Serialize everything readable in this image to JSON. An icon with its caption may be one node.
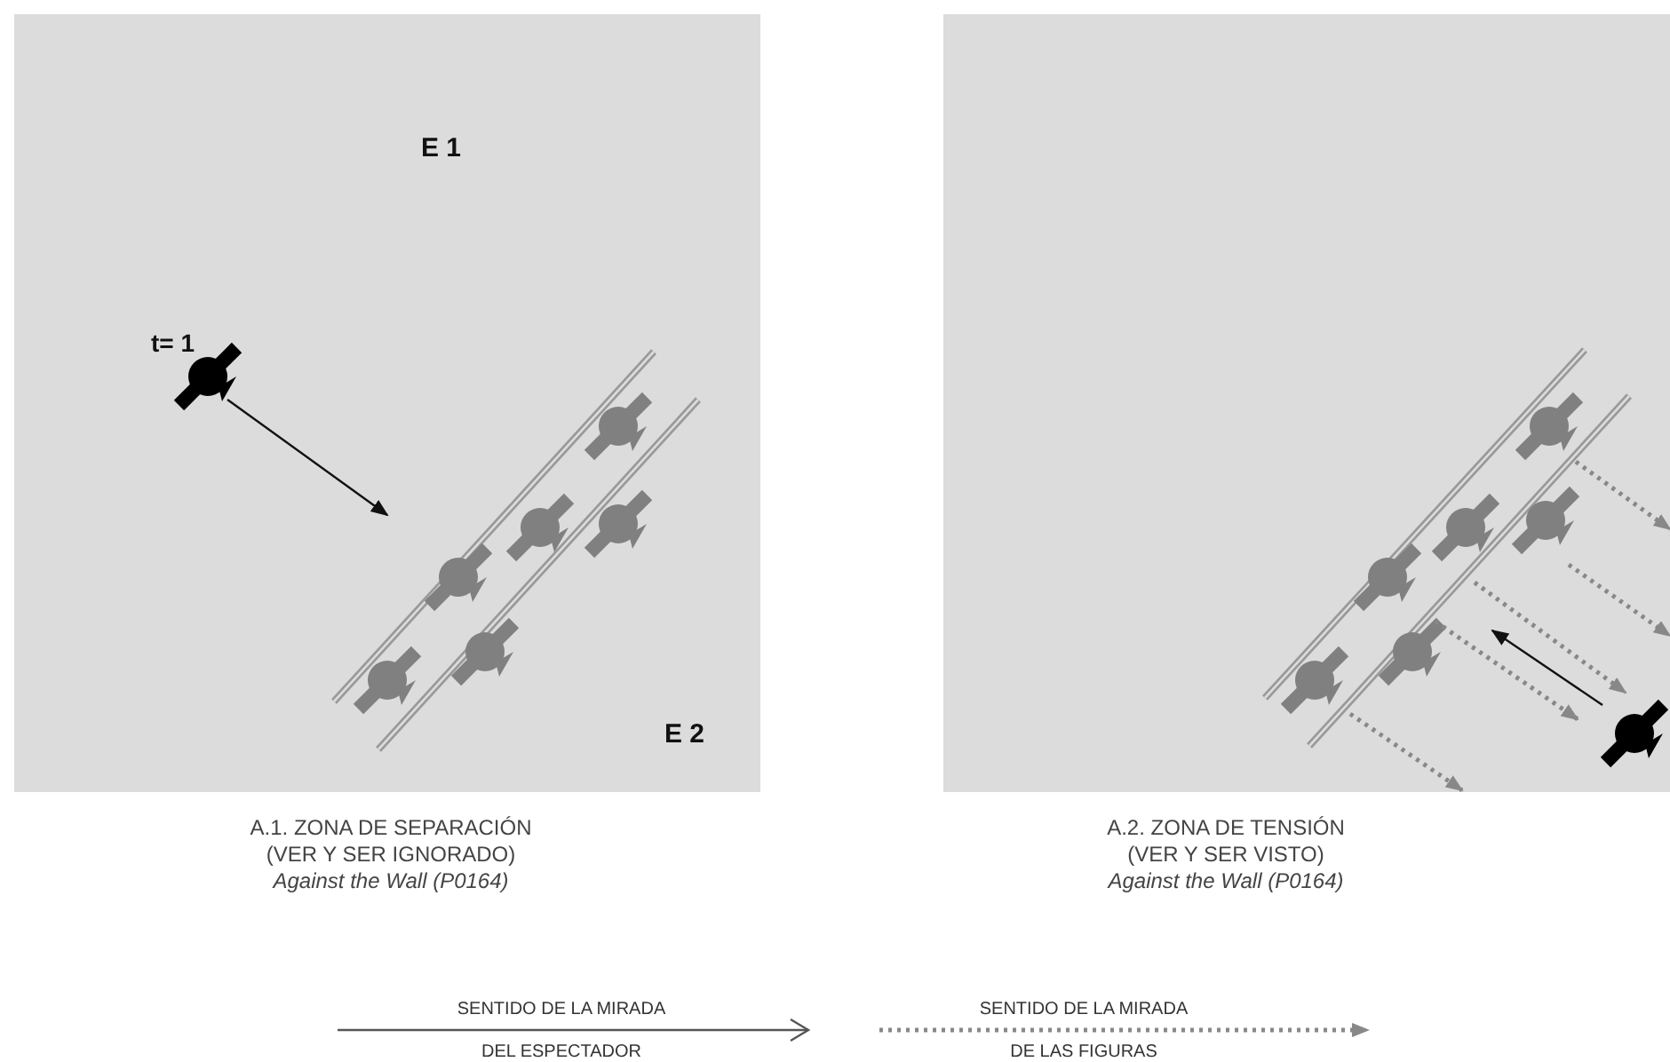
{
  "diagram": {
    "nodes": [
      {
        "text": [
          "E 1",
          "E 2"
        ]
      },
      {
        "text": [],
        "shape": "box"
      }
    ],
    "labels": [
      "t= 1",
      "A.1. ZONA DE SEPARACIÓN",
      "(VER Y SER IGNORADO)",
      "Against the Wall (P0164)",
      "A.2. ZONA DE TENSIÓN",
      "(VER Y SER VISTO)",
      "Against the Wall (P0164)"
    ],
    "legend": [
      {
        "text": "SENTIDO DE LA MIRADA DEL ESPECTADOR"
      },
      {
        "text": "SENTIDO DE LA MIRADA DE LAS FIGURAS"
      }
    ]
  }
}
